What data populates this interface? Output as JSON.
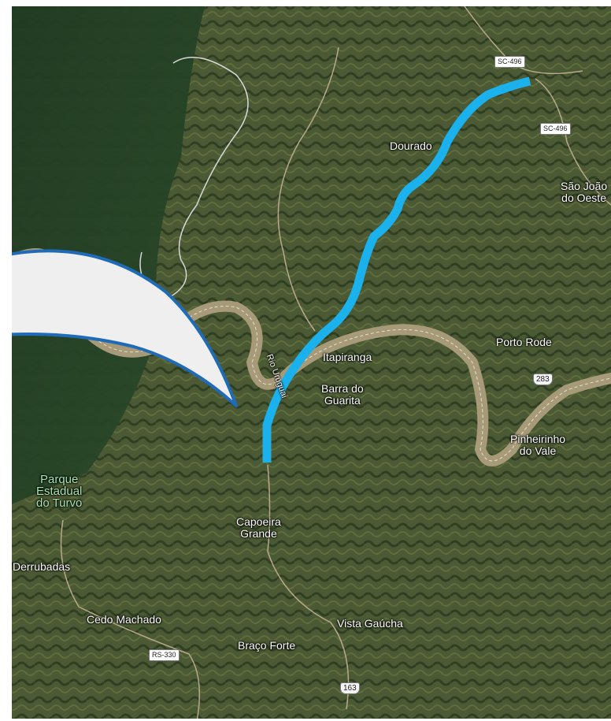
{
  "map": {
    "type": "satellite",
    "colors": {
      "vegetation": "#3a4a2a",
      "river": "#a69a79",
      "route": "#1ab1ec",
      "callout_fill": "#efefef",
      "callout_border": "#1f6bb7"
    },
    "route": {
      "from": "SC-496",
      "to": "Capoeira Grande"
    },
    "places": [
      {
        "id": "dourado",
        "label": "Dourado"
      },
      {
        "id": "sao-joao-do-oeste",
        "label": "São João\ndo Oeste"
      },
      {
        "id": "porto-rode",
        "label": "Porto Rode"
      },
      {
        "id": "itapiranga",
        "label": "Itapiranga"
      },
      {
        "id": "barra-do-guarita",
        "label": "Barra do\nGuarita"
      },
      {
        "id": "pinheirinho-do-vale",
        "label": "Pinheirinho\ndo Vale"
      },
      {
        "id": "capoeira-grande",
        "label": "Capoeira\nGrande"
      },
      {
        "id": "derrubadas",
        "label": "Derrubadas"
      },
      {
        "id": "cedo-machado",
        "label": "Cedo Machado"
      },
      {
        "id": "braco-forte",
        "label": "Braço Forte"
      },
      {
        "id": "vista-gaucha",
        "label": "Vista Gaúcha"
      }
    ],
    "park": {
      "label": "Parque\nEstadual\ndo Turvo"
    },
    "river_label": "Rio Uruguai",
    "shields": [
      {
        "id": "sc-496-top",
        "label": "SC-496"
      },
      {
        "id": "sc-496-right",
        "label": "SC-496"
      },
      {
        "id": "br-283",
        "label": "283"
      },
      {
        "id": "br-163",
        "label": "163"
      },
      {
        "id": "rs-330",
        "label": "RS-330"
      }
    ]
  },
  "callout": {
    "text": ""
  }
}
